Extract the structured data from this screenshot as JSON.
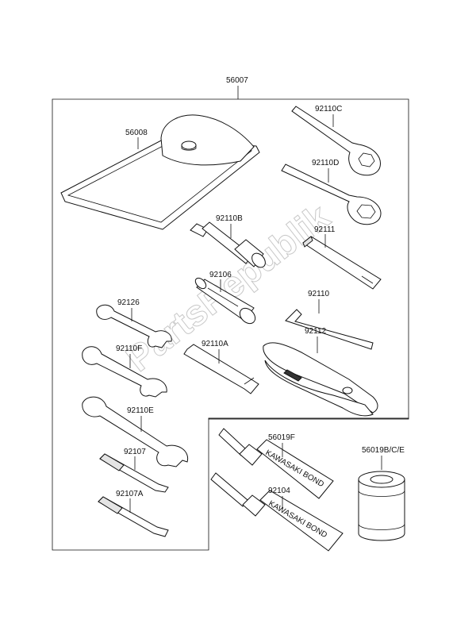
{
  "watermark": "PartsRepublik",
  "colors": {
    "line": "#111111",
    "background": "#ffffff",
    "watermark": "#c8c8c8"
  },
  "callouts": {
    "kit": "56007",
    "pouch": "56008",
    "ring_wrench_c": "92110C",
    "ring_wrench_d": "92110D",
    "socket_b": "92110B",
    "bar_92111": "92111",
    "socket_92106": "92106",
    "hex_key": "92110",
    "wrench_92126": "92126",
    "wrench_f": "92110F",
    "handle_a": "92110A",
    "pliers": "92112",
    "wrench_e": "92110E",
    "screwdriver": "92107",
    "screwdriver_a": "92107A",
    "bond_f": "56019F",
    "bond_92104": "92104",
    "can": "56019B/C/E"
  },
  "product_labels": {
    "bond_tube_1": "KAWASAKI BOND",
    "bond_tube_2": "KAWASAKI BOND"
  }
}
